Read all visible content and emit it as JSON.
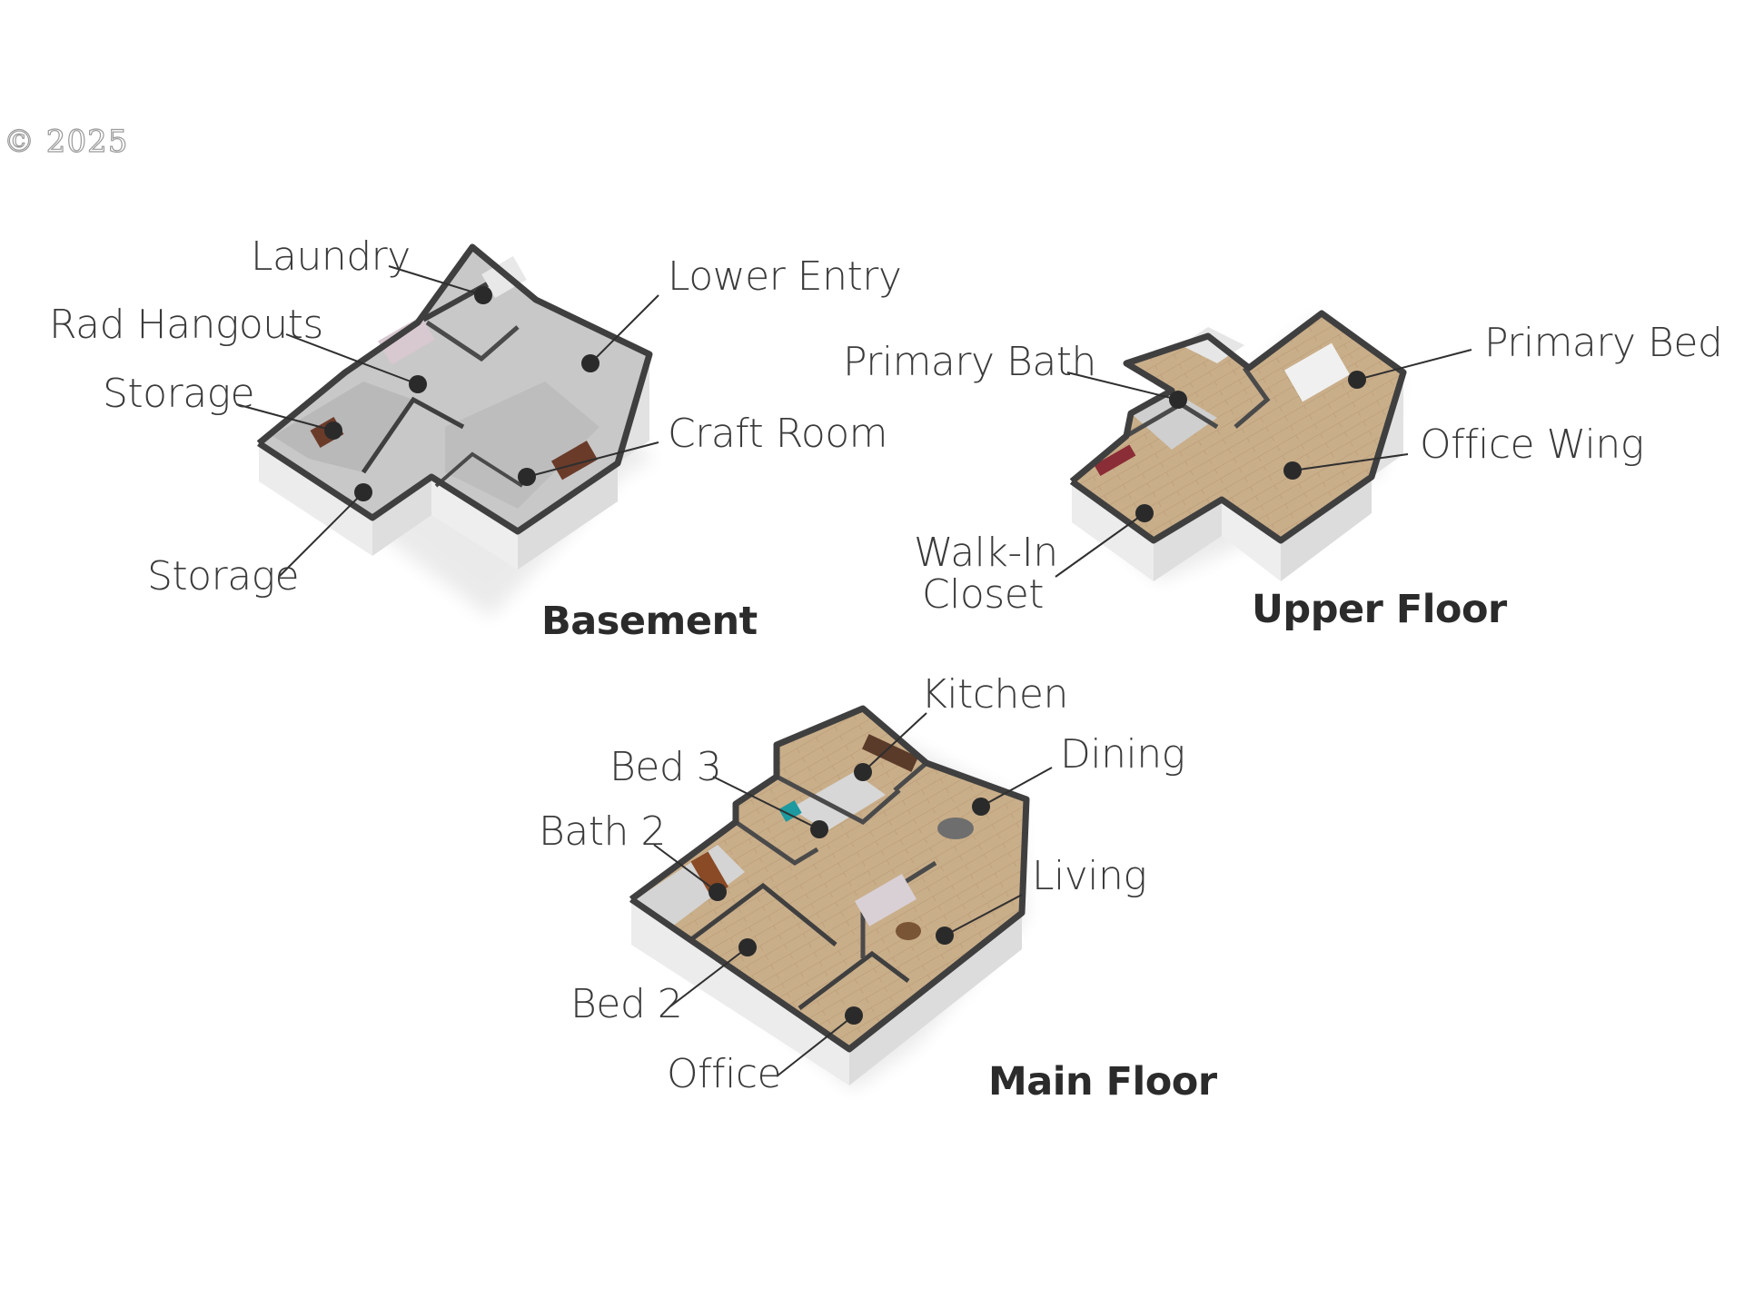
{
  "copyright": "© 2025",
  "floors": {
    "basement": {
      "title": "Basement",
      "rooms": {
        "laundry": "Laundry",
        "lower_entry": "Lower Entry",
        "rad_hangouts": "Rad Hangouts",
        "storage_1": "Storage",
        "craft_room": "Craft Room",
        "storage_2": "Storage"
      }
    },
    "upper": {
      "title": "Upper Floor",
      "rooms": {
        "primary_bath": "Primary Bath",
        "primary_bed": "Primary Bed",
        "office_wing": "Office Wing",
        "walk_in_line1": "Walk-In",
        "walk_in_line2": "Closet"
      }
    },
    "main": {
      "title": "Main Floor",
      "rooms": {
        "kitchen": "Kitchen",
        "bed_3": "Bed 3",
        "dining": "Dining",
        "bath_2": "Bath 2",
        "living": "Living",
        "bed_2": "Bed 2",
        "office": "Office"
      }
    }
  },
  "colors": {
    "wall_top": "#3f3f3f",
    "wall_side": "#e6e6e6",
    "carpet": "#c9c9c9",
    "wood_floor": "#c4a985",
    "marker": "#2a2a2a",
    "leader": "#2f2f2f",
    "label_text": "#3a3a3a"
  }
}
